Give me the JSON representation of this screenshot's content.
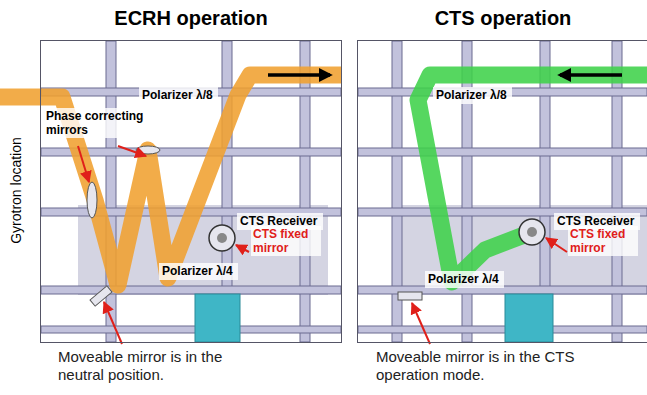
{
  "diagram": {
    "nodes": [
      {
        "text": [
          "ECRH operation"
        ]
      },
      {
        "text": [
          "Polarizer λ/8"
        ],
        "in": 0
      },
      {
        "text": [
          "CTS Receiver"
        ],
        "in": 0
      },
      {
        "text": [
          "Polarizer λ/4"
        ],
        "in": 0
      },
      {
        "text": [
          "CTS operation"
        ]
      },
      {
        "text": [
          "Polarizer λ/8"
        ],
        "in": 4
      },
      {
        "text": [
          "CTS Receiver"
        ],
        "in": 4
      },
      {
        "text": [
          "Polarizer λ/4"
        ],
        "in": 4
      }
    ],
    "labels": [
      "Gyrotron location",
      "Phase correcting mirrors",
      "CTS fixed mirror",
      "CTS fixed mirror",
      "Moveable mirror is in the neutral position.",
      "Moveable mirror is in the CTS operation mode."
    ]
  }
}
